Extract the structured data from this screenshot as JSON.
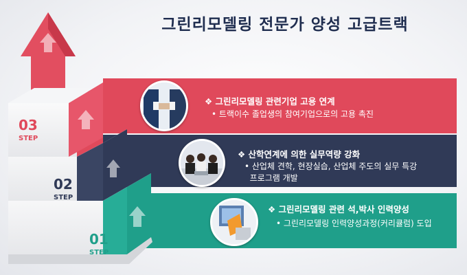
{
  "title": "그린리모델링 전문가 양성 고급트랙",
  "colors": {
    "red": "#e0495b",
    "navy": "#303a57",
    "teal": "#1f9f8a",
    "title": "#1f2d4f"
  },
  "steps": [
    {
      "num": "03",
      "label": "STEP",
      "heading": "❖ 그린리모델링 관련기업 고용 연계",
      "bullets": [
        "• 트랙이수 졸업생의 참여기업으로의 고용 촉진"
      ],
      "photo": "handshake-photo"
    },
    {
      "num": "02",
      "label": "STEP",
      "heading": "❖ 산학연계에 의한 실무역량 강화",
      "bullets": [
        "• 산업체 견학, 현장실습, 산업체 주도의 실무 특강",
        "  프로그램 개발"
      ],
      "photo": "meeting-photo"
    },
    {
      "num": "01",
      "label": "STEP",
      "heading": "❖ 그린리모델링 관련 석,박사 인력양성",
      "bullets": [
        "• 그린리모델링 인력양성과정(커리큘럼) 도입"
      ],
      "photo": "graduate-photo"
    }
  ]
}
